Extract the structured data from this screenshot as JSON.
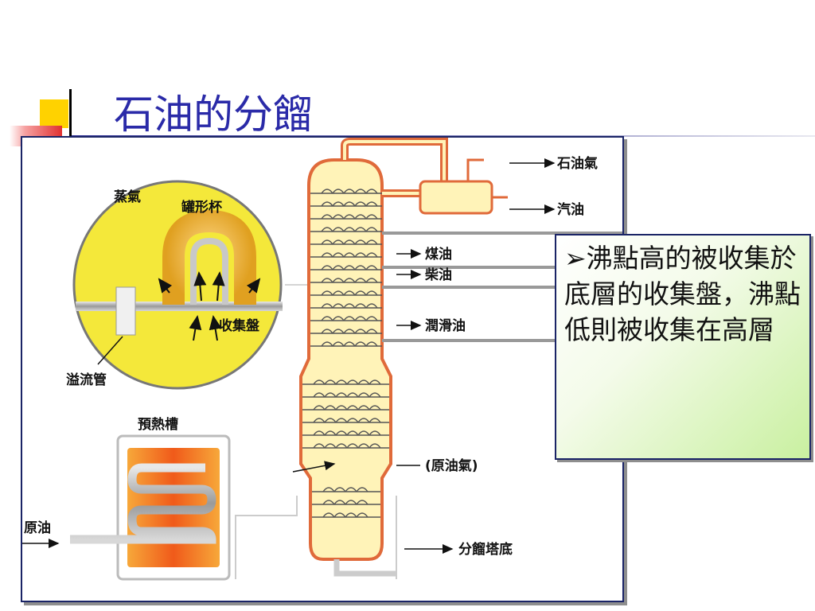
{
  "slide": {
    "title": "石油的分餾"
  },
  "diagram": {
    "labels": {
      "steam": "蒸氣",
      "bubble_cap": "罐形杯",
      "collector": "收集盤",
      "overflow": "溢流管",
      "preheater": "預熱槽",
      "crude": "原油",
      "crude_vapor": "(原油氣)",
      "bottom": "分餾塔底",
      "petroleum_gas": "石油氣",
      "gasoline": "汽油",
      "kerosene": "煤油",
      "diesel": "柴油",
      "lubricant": "潤滑油"
    }
  },
  "callout": {
    "text": "➢沸點高的被收集於底層的收集盤，沸點低則被收集在高層"
  },
  "colors": {
    "title": "#2a2aa8",
    "column": "#fff3b8",
    "column_border": "#e06a3a",
    "magnifier": "#f4e83a",
    "frame_border": "#1a2466"
  }
}
